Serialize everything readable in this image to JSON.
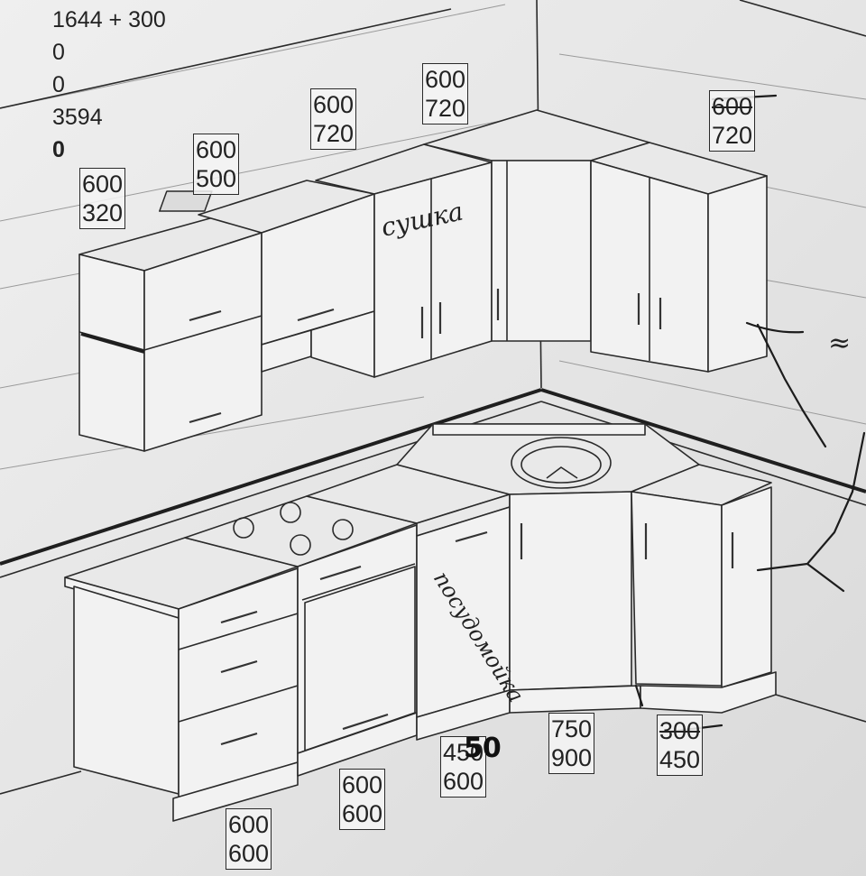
{
  "calculation": [
    "1644 + 300",
    "0",
    "0",
    "3594",
    "0"
  ],
  "dimensions": [
    {
      "id": "upper-1",
      "width": "600",
      "height": "320"
    },
    {
      "id": "upper-2",
      "width": "600",
      "height": "500"
    },
    {
      "id": "upper-3",
      "width": "600",
      "height": "720"
    },
    {
      "id": "upper-4",
      "width": "600",
      "height": "720"
    },
    {
      "id": "upper-5",
      "width": "600",
      "height": "720",
      "width_struck": true
    },
    {
      "id": "lower-1",
      "width": "600",
      "height": "600"
    },
    {
      "id": "lower-2",
      "width": "600",
      "height": "600"
    },
    {
      "id": "lower-3",
      "width": "450",
      "height": "600",
      "note": "50"
    },
    {
      "id": "lower-4",
      "width": "750",
      "height": "900"
    },
    {
      "id": "lower-5",
      "width": "300",
      "height": "450",
      "width_struck": true
    }
  ],
  "handwritten": {
    "upper_note": "сушка",
    "lower_note": "посудомойка",
    "side_note": "≈"
  }
}
